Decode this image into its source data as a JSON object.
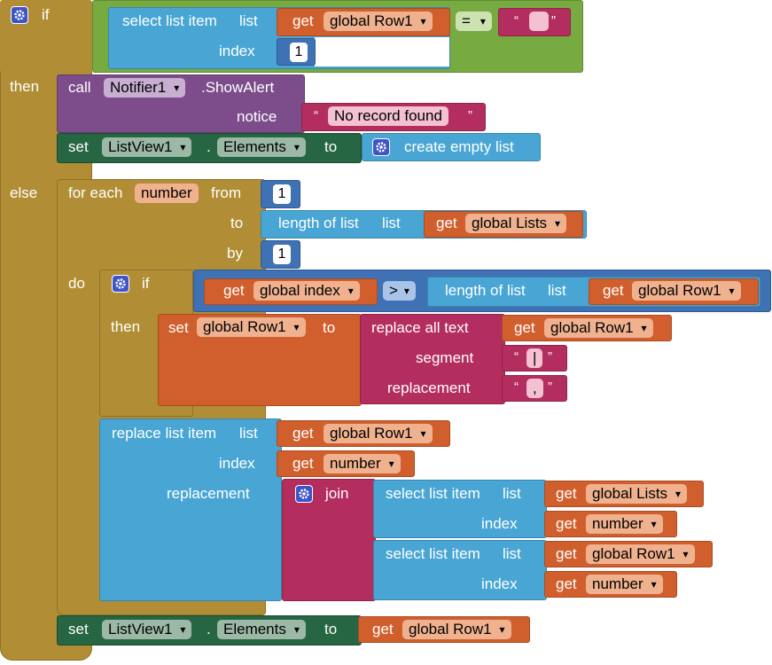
{
  "keywords": {
    "if": "if",
    "then": "then",
    "else": "else",
    "do": "do",
    "call": "call",
    "set": "set",
    "to": "to",
    "get": "get",
    "for_each": "for each",
    "from": "from",
    "by": "by",
    "dot": ".",
    "index": "index",
    "replacement": "replacement",
    "segment": "segment",
    "notice": "notice",
    "list": "list",
    "join": "join",
    "quote_open": "“",
    "quote_close": "”"
  },
  "block_labels": {
    "select_list_item": "select list item",
    "replace_list_item": "replace list item",
    "length_of_list": "length of list",
    "replace_all_text": "replace all text",
    "create_empty_list": "create empty list",
    "show_alert": ".ShowAlert"
  },
  "components": {
    "notifier": "Notifier1",
    "listview": "ListView1",
    "elements_property": "Elements"
  },
  "variables": {
    "row1": "global Row1",
    "lists": "global Lists",
    "index": "global index",
    "number": "number"
  },
  "operators": {
    "equals": "=",
    "greater_than": ">"
  },
  "values": {
    "one": "1",
    "empty_text": " ",
    "no_record": "No record found",
    "pipe_text": "|",
    "comma_text": ","
  },
  "colors": {
    "control": "#b18e35",
    "logic": "#77ab41",
    "list": "#49a6d4",
    "variable": "#d05f2d",
    "text": "#b32d5e",
    "component_call": "#7d4c8a",
    "component_set": "#266643",
    "math": "#3f71b5"
  }
}
